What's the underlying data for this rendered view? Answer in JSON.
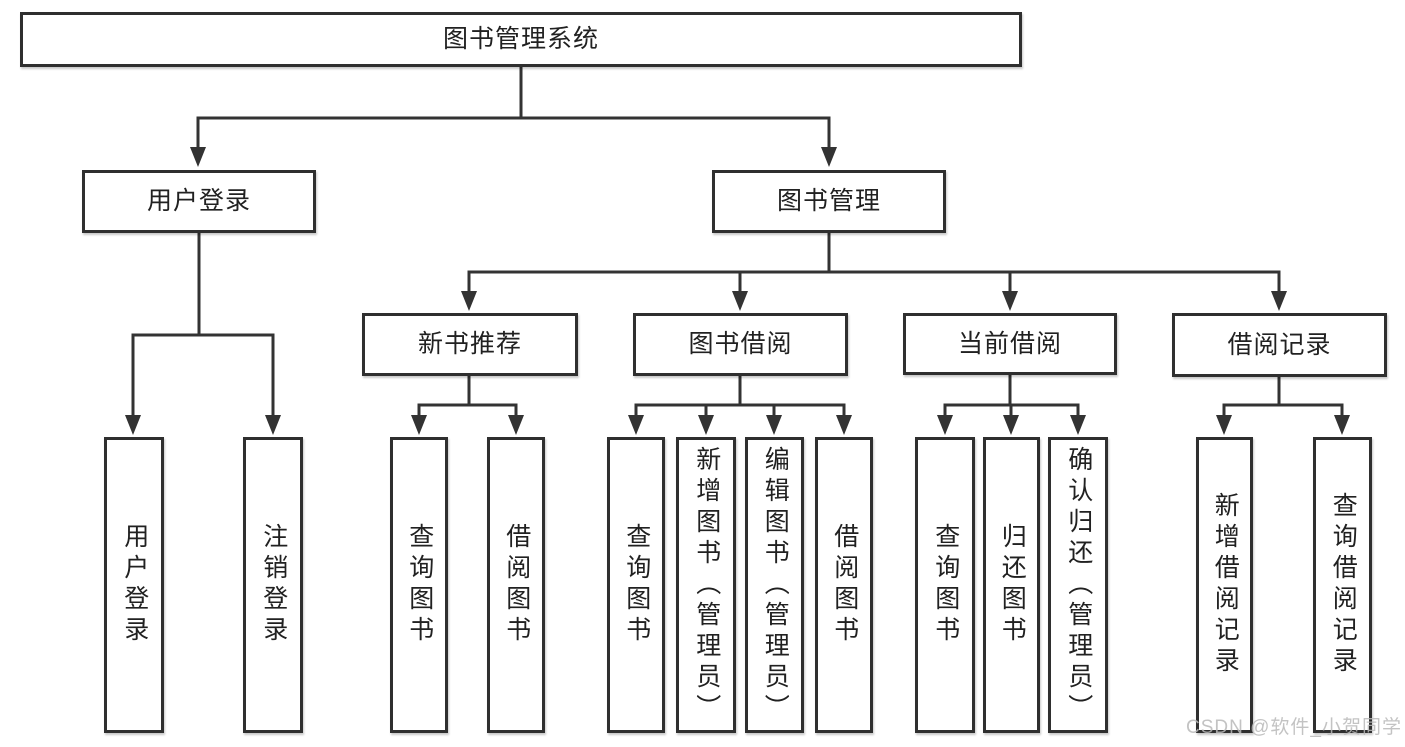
{
  "diagram": {
    "type": "hierarchy-tree",
    "title": "图书管理系统",
    "colors": {
      "background": "#ffffff",
      "line": "#333333",
      "box_border": "#2f2f2f",
      "box_fill": "#ffffff",
      "text": "#212121",
      "watermark": "#b9b9b9"
    }
  },
  "nodes": {
    "root": {
      "label": "图书管理系统"
    },
    "user_login": {
      "label": "用户登录"
    },
    "book_mgmt": {
      "label": "图书管理"
    },
    "new_book_rec": {
      "label": "新书推荐"
    },
    "book_borrow": {
      "label": "图书借阅"
    },
    "current_borrow": {
      "label": "当前借阅"
    },
    "borrow_records": {
      "label": "借阅记录"
    },
    "login": {
      "label": "用户登录"
    },
    "logout": {
      "label": "注销登录"
    },
    "rec_query_book": {
      "label": "查询图书"
    },
    "rec_borrow_book": {
      "label": "借阅图书"
    },
    "bb_query_book": {
      "label": "查询图书"
    },
    "bb_add_book": {
      "label": "新增图书（管理员）"
    },
    "bb_edit_book": {
      "label": "编辑图书（管理员）"
    },
    "bb_borrow_book": {
      "label": "借阅图书"
    },
    "cb_query_book": {
      "label": "查询图书"
    },
    "cb_return_book": {
      "label": "归还图书"
    },
    "cb_confirm_return": {
      "label": "确认归还（管理员）"
    },
    "br_add_record": {
      "label": "新增借阅记录"
    },
    "br_query_record": {
      "label": "查询借阅记录"
    }
  },
  "hierarchy": {
    "图书管理系统": {
      "用户登录": [
        "用户登录",
        "注销登录"
      ],
      "图书管理": {
        "新书推荐": [
          "查询图书",
          "借阅图书"
        ],
        "图书借阅": [
          "查询图书",
          "新增图书（管理员）",
          "编辑图书（管理员）",
          "借阅图书"
        ],
        "当前借阅": [
          "查询图书",
          "归还图书",
          "确认归还（管理员）"
        ],
        "借阅记录": [
          "新增借阅记录",
          "查询借阅记录"
        ]
      }
    }
  },
  "watermark": {
    "text": "CSDN @软件_小贺同学"
  }
}
